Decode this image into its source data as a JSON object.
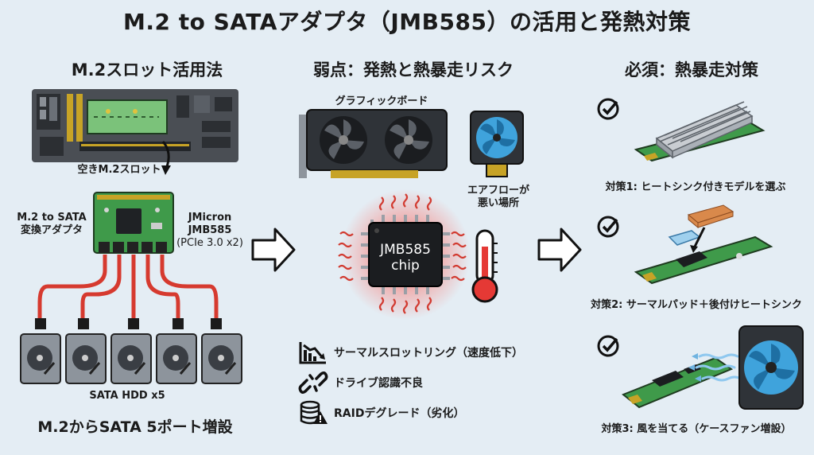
{
  "title": "M.2 to SATAアダプタ（JMB585）の活用と発熱対策",
  "left": {
    "heading": "M.2スロット活用法",
    "slot_label": "空きM.2スロット",
    "adapter_label_1": "M.2 to SATA",
    "adapter_label_2": "変換アダプタ",
    "chip_vendor": "JMicron",
    "chip_model": "JMB585",
    "chip_interface": "(PCIe 3.0 x2)",
    "hdd_label": "SATA HDD x5",
    "summary": "M.2からSATA 5ポート増設"
  },
  "middle": {
    "heading": "弱点：発熱と熱暴走リスク",
    "gpu_label": "グラフィックボード",
    "airflow_label_1": "エアフローが",
    "airflow_label_2": "悪い場所",
    "chip_text_1": "JMB585",
    "chip_text_2": "chip",
    "risks": [
      {
        "icon": "chart-down-icon",
        "text": "サーマルスロットリング（速度低下）"
      },
      {
        "icon": "broken-link-icon",
        "text": "ドライブ認識不良"
      },
      {
        "icon": "database-warning-icon",
        "text": "RAIDデグレード（劣化）"
      }
    ]
  },
  "right": {
    "heading": "必須：熱暴走対策",
    "measures": [
      {
        "icon": "check-circle-icon",
        "text": "対策1: ヒートシンク付きモデルを選ぶ"
      },
      {
        "icon": "check-circle-icon",
        "text": "対策2: サーマルパッド＋後付けヒートシンク"
      },
      {
        "icon": "check-circle-icon",
        "text": "対策3: 風を当てる（ケースファン増設）"
      }
    ]
  },
  "colors": {
    "background": "#e4edf4",
    "pcb_green": "#3f9a4a",
    "sata_red": "#d63a2f",
    "heat_red": "#e53935",
    "fan_blue": "#3fa3dc"
  }
}
